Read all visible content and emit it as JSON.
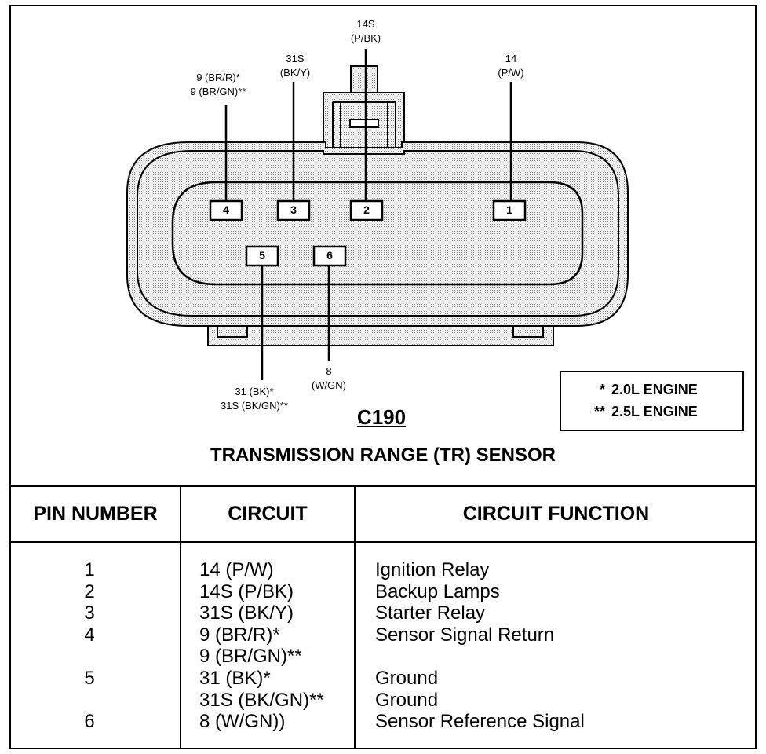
{
  "connector": {
    "id": "C190",
    "title": "TRANSMISSION RANGE (TR) SENSOR",
    "pins": [
      {
        "number": "1",
        "label_line1": "14",
        "label_line2": "(P/W)"
      },
      {
        "number": "2",
        "label_line1": "14S",
        "label_line2": "(P/BK)"
      },
      {
        "number": "3",
        "label_line1": "31S",
        "label_line2": "(BK/Y)"
      },
      {
        "number": "4",
        "label_line1": "9 (BR/R)*",
        "label_line2": "9 (BR/GN)**"
      },
      {
        "number": "5",
        "label_line1": "31 (BK)*",
        "label_line2": "31S (BK/GN)**"
      },
      {
        "number": "6",
        "label_line1": "8",
        "label_line2": "(W/GN)"
      }
    ]
  },
  "legend": [
    {
      "marker": "*",
      "text": "2.0L ENGINE"
    },
    {
      "marker": "**",
      "text": "2.5L ENGINE"
    }
  ],
  "table": {
    "headers": [
      "PIN NUMBER",
      "CIRCUIT",
      "CIRCUIT FUNCTION"
    ],
    "rows": [
      {
        "pin": "1",
        "circuit": "14 (P/W)",
        "function": "Ignition Relay"
      },
      {
        "pin": "2",
        "circuit": "14S (P/BK)",
        "function": "Backup Lamps"
      },
      {
        "pin": "3",
        "circuit": "31S (BK/Y)",
        "function": "Starter Relay"
      },
      {
        "pin": "4",
        "circuit": "9 (BR/R)*",
        "function": "Sensor Signal Return"
      },
      {
        "pin": "",
        "circuit": "9 (BR/GN)**",
        "function": ""
      },
      {
        "pin": "5",
        "circuit": "31 (BK)*",
        "function": "Ground"
      },
      {
        "pin": "",
        "circuit": "31S (BK/GN)**",
        "function": "Ground"
      },
      {
        "pin": "6",
        "circuit": "8 (W/GN))",
        "function": "Sensor Reference Signal"
      }
    ]
  }
}
